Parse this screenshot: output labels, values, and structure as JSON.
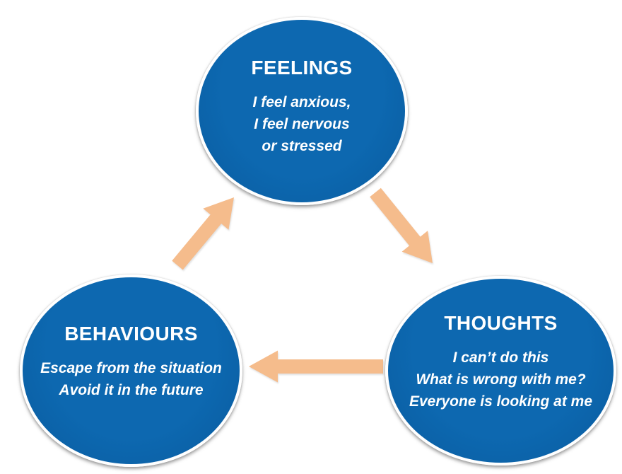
{
  "diagram": {
    "type": "cycle-diagram",
    "topic": "CBT cycle of feelings, thoughts and behaviours",
    "colors": {
      "background": "#ffffff",
      "circle_fill": "#0d68b0",
      "circle_fill_mid": "#0a5fa4",
      "circle_fill_dark": "#084f8c",
      "circle_border": "#ffffff",
      "arrow": "#f5bc8c",
      "text": "#ffffff"
    },
    "nodes": [
      {
        "id": "feelings",
        "title": "FEELINGS",
        "lines": [
          "I feel anxious,",
          "I feel nervous",
          "or stressed"
        ]
      },
      {
        "id": "thoughts",
        "title": "THOUGHTS",
        "lines": [
          "I can’t do this",
          "What is wrong with me?",
          "Everyone is looking at me"
        ]
      },
      {
        "id": "behaviours",
        "title": "BEHAVIOURS",
        "lines": [
          "Escape from the situation",
          "Avoid it in the future"
        ]
      }
    ],
    "arrows": [
      {
        "name": "arrow-feelings-to-thoughts",
        "from": "feelings",
        "to": "thoughts"
      },
      {
        "name": "arrow-thoughts-to-behaviours",
        "from": "thoughts",
        "to": "behaviours"
      },
      {
        "name": "arrow-behaviours-to-feelings",
        "from": "behaviours",
        "to": "feelings"
      }
    ]
  }
}
